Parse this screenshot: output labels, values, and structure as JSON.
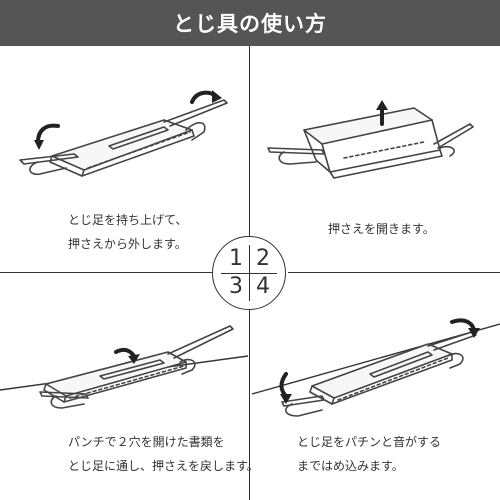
{
  "header": {
    "title": "とじ具の使い方"
  },
  "steps": [
    {
      "number": "1",
      "lines": [
        "とじ足を持ち上げて、",
        "押さえから外します。"
      ]
    },
    {
      "number": "2",
      "lines": [
        "押さえを開きます。"
      ]
    },
    {
      "number": "3",
      "lines": [
        "パンチで２穴を開けた書類を",
        "とじ足に通し、押さえを戻します。"
      ]
    },
    {
      "number": "4",
      "lines": [
        "とじ足をパチンと音がする",
        "まではめ込みます。"
      ]
    }
  ],
  "colors": {
    "header_bg": "#555555",
    "line": "#333333",
    "illustration": "#444444"
  }
}
